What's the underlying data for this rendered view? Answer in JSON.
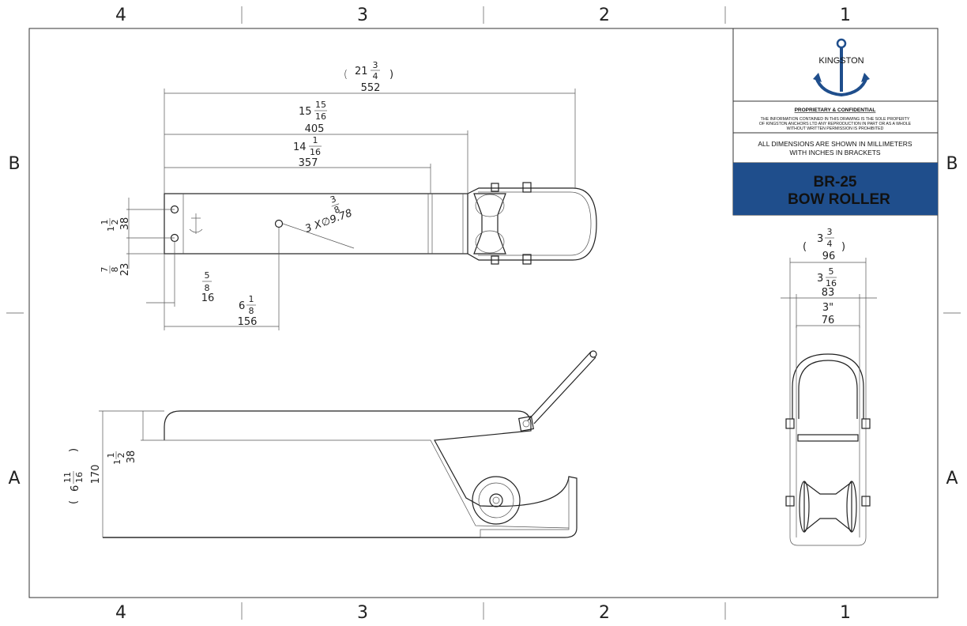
{
  "zones": {
    "columns": [
      "4",
      "3",
      "2",
      "1"
    ],
    "rows": [
      "B",
      "A"
    ]
  },
  "title_block": {
    "logo_text": "KINGSTON",
    "proprietary_heading": "PROPRIETARY & CONFIDENTIAL",
    "proprietary_line1": "THE INFORMATION CONTAINED IN THIS DRAWING IS THE SOLE PROPERTY",
    "proprietary_line2": "OF KINGSTON ANCHORS LTD ANY REPRODUCTION IN PART OR AS A WHOLE",
    "proprietary_line3": "WITHOUT  WRITTEN PERMISSION IS PROHIBITED",
    "units_line1": "ALL DIMENSIONS ARE SHOWN IN MILLIMETERS",
    "units_line2": "WITH INCHES IN BRACKETS",
    "part_number": "BR-25",
    "part_name": "BOW ROLLER",
    "banner_color": "#1f4e8c"
  },
  "top_view": {
    "overall_in_whole": "21",
    "overall_in_num": "3",
    "overall_in_den": "4",
    "overall_mm": "552",
    "d405_in_whole": "15",
    "d405_in_num": "15",
    "d405_in_den": "16",
    "d405_mm": "405",
    "d357_in_whole": "14",
    "d357_in_num": "1",
    "d357_in_den": "16",
    "d357_mm": "357",
    "hole_spacing_in_whole": "1",
    "hole_spacing_in_num": "1",
    "hole_spacing_in_den": "2",
    "hole_spacing_mm": "38",
    "edge_in_num": "7",
    "edge_in_den": "8",
    "edge_mm": "23",
    "hole_x_in_num": "5",
    "hole_x_in_den": "8",
    "hole_x_mm": "16",
    "hole2_in_whole": "6",
    "hole2_in_num": "1",
    "hole2_in_den": "8",
    "hole2_mm": "156",
    "hole_callout_prefix": "3 X",
    "hole_callout_dia": "∅9.78",
    "hole_callout_in_num": "3",
    "hole_callout_in_den": "8"
  },
  "side_view": {
    "height_in_whole": "6",
    "height_in_num": "11",
    "height_in_den": "16",
    "height_mm": "170",
    "top_in_whole": "1",
    "top_in_num": "1",
    "top_in_den": "2",
    "top_mm": "38"
  },
  "end_view": {
    "w96_in_whole": "3",
    "w96_in_num": "3",
    "w96_in_den": "4",
    "w96_mm": "96",
    "w83_in_whole": "3",
    "w83_in_num": "5",
    "w83_in_den": "16",
    "w83_mm": "83",
    "w76_in": "3\"",
    "w76_mm": "76"
  },
  "icons": [
    "anchor-logo-icon",
    "anchor-stamp-icon"
  ]
}
